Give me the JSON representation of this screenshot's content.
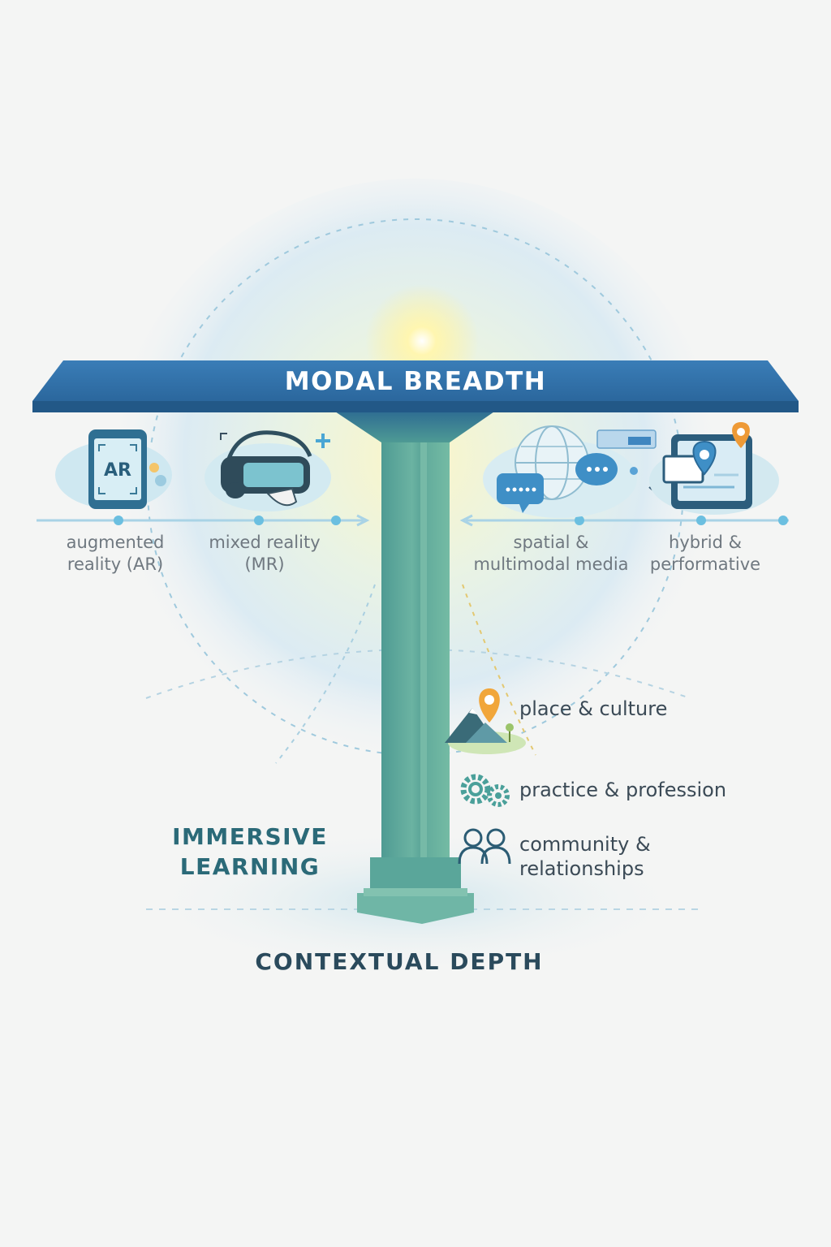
{
  "beam": {
    "title": "MODAL BREADTH"
  },
  "modalities": [
    {
      "icon": "ar-tablet-icon",
      "line1": "augmented",
      "line2": "reality (AR)",
      "icon_text": "AR"
    },
    {
      "icon": "vr-headset-icon",
      "line1": "mixed reality",
      "line2": "(MR)"
    },
    {
      "icon": "globe-chat-icon",
      "line1": "spatial &",
      "line2": "multimodal media"
    },
    {
      "icon": "map-screen-icon",
      "line1": "hybrid &",
      "line2": "performative"
    }
  ],
  "contexts": [
    {
      "icon": "mountain-pin-icon",
      "line1": "place & culture"
    },
    {
      "icon": "gears-icon",
      "line1": "practice & profession"
    },
    {
      "icon": "people-icon",
      "line1": "community &",
      "line2": "relationships"
    }
  ],
  "left_title": {
    "line1": "IMMERSIVE",
    "line2": "LEARNING"
  },
  "bottom_title": "CONTEXTUAL DEPTH",
  "colors": {
    "beam": "#2f6fa6",
    "pillar": "#5aa69a",
    "accent_blue": "#3a8fc4",
    "pin_orange": "#f0a73a",
    "heading_teal": "#2b6a78",
    "heading_dark": "#2a4a5c"
  }
}
